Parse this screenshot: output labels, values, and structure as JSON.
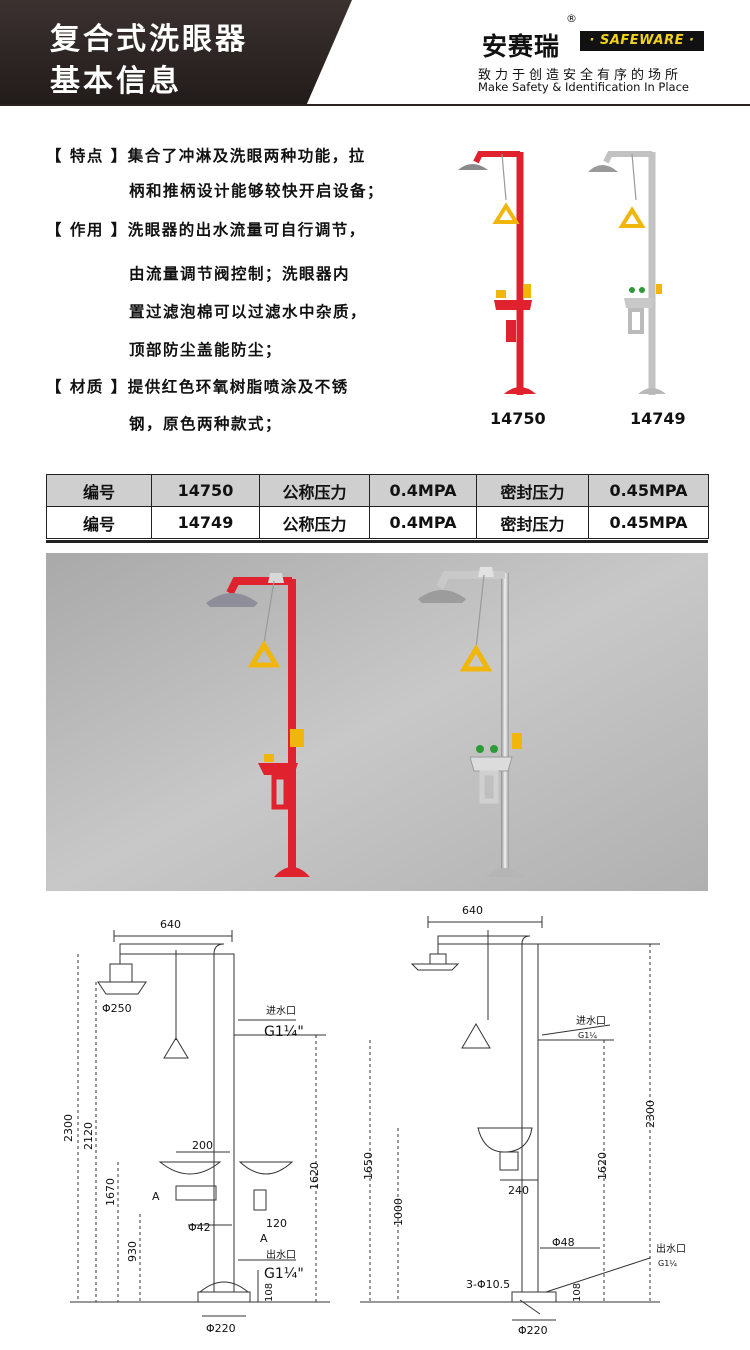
{
  "header": {
    "title_line1": "复合式洗眼器",
    "title_line2": "基本信息",
    "brand_cn": "安赛瑞",
    "brand_reg": "®",
    "brand_en": "· SAFEWARE ·",
    "tagline_cn": "致力于创造安全有序的场所",
    "tagline_en": "Make Safety & Identification In Place"
  },
  "features": {
    "lines": [
      "【 特点 】集合了冲淋及洗眼两种功能，拉",
      "柄和推柄设计能够较快开启设备；",
      "【 作用 】洗眼器的出水流量可自行调节，",
      "由流量调节阀控制；洗眼器内",
      "置过滤泡棉可以过滤水中杂质，",
      "顶部防尘盖能防尘；",
      "【 材质 】提供红色环氧树脂喷涂及不锈",
      "钢，原色两种款式；"
    ]
  },
  "products": {
    "label_red": "14750",
    "label_steel": "14749"
  },
  "spec_table": {
    "rows": [
      [
        "编号",
        "14750",
        "公称压力",
        "0.4MPA",
        "密封压力",
        "0.45MPA"
      ],
      [
        "编号",
        "14749",
        "公称压力",
        "0.4MPA",
        "密封压力",
        "0.45MPA"
      ]
    ]
  },
  "colors": {
    "red": "#e0222f",
    "steel": "#bdbdbd",
    "yellow": "#f1b60c",
    "header_dark": "#2e2725",
    "panel_gray": "#bcbcbc"
  },
  "drawing_left": {
    "width_top": "640",
    "head_dia": "Φ250",
    "inlet_label": "进水口",
    "inlet_size": "G1¼\"",
    "h_total": "2300",
    "h_2120": "2120",
    "h_1670": "1670",
    "h_930": "930",
    "h_1620": "1620",
    "h_108": "108",
    "w_200": "200",
    "pipe_dia": "Φ42",
    "w_120": "120",
    "section_a": "A",
    "outlet_label": "出水口",
    "outlet_size": "G1¼\"",
    "base_dia": "Φ220"
  },
  "drawing_right": {
    "width_top": "640",
    "inlet_label": "进水口",
    "inlet_size": "G1¼",
    "h_total": "2300",
    "h_1650": "1650",
    "h_1620": "1620",
    "h_1000": "1000",
    "w_240": "240",
    "pipe_dia": "Φ48",
    "outlet_label": "出水口",
    "outlet_size": "G1¼",
    "holes": "3-Φ10.5",
    "h_108": "108",
    "base_dia": "Φ220"
  }
}
